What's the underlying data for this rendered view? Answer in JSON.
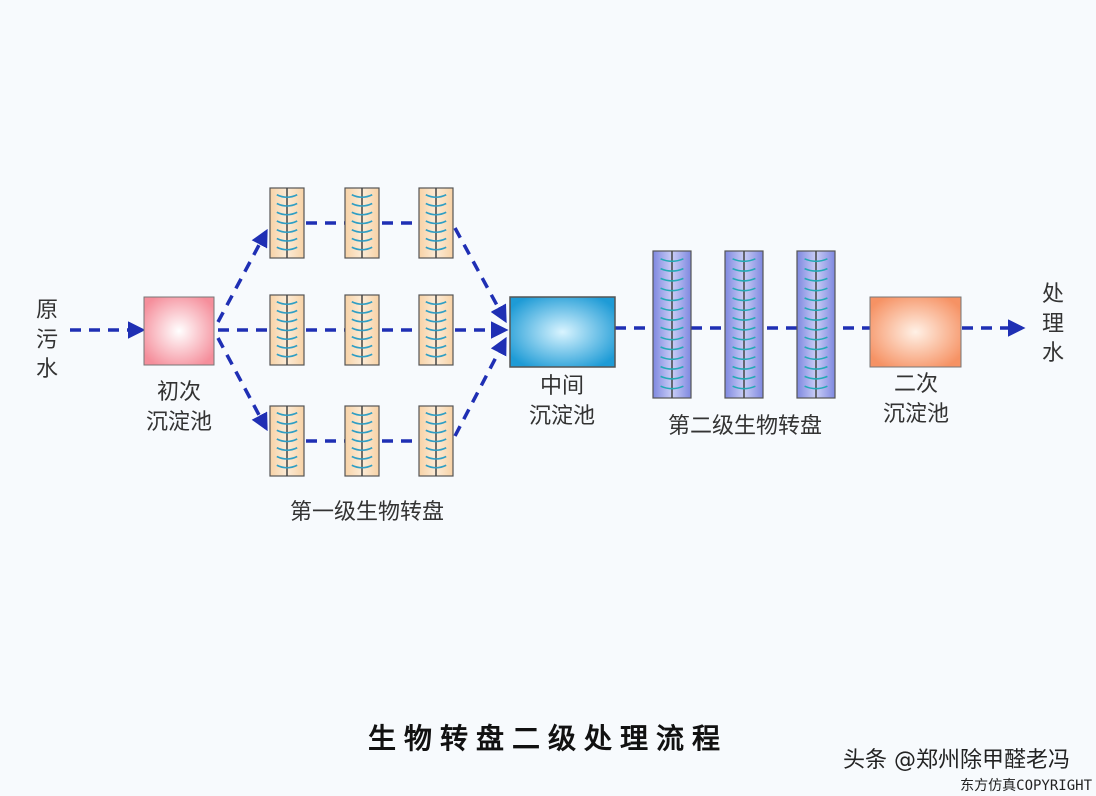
{
  "input_label": "原污水",
  "output_label": "处理水",
  "primary_clarifier": {
    "line1": "初次",
    "line2": "沉淀池"
  },
  "intermediate_clarifier": {
    "line1": "中间",
    "line2": "沉淀池"
  },
  "secondary_clarifier": {
    "line1": "二次",
    "line2": "沉淀池"
  },
  "stage1_label": "第一级生物转盘",
  "stage2_label": "第二级生物转盘",
  "caption": "生物转盘二级处理流程",
  "watermark": "头条 @郑州除甲醛老冯",
  "copyright": "东方仿真COPYRIGHT",
  "colors": {
    "flow_arrow": "#1f2fb4",
    "primary_clarifier": "#f7a0a8",
    "intermediate_clarifier": "#2aa4dc",
    "secondary_clarifier": "#f7a070",
    "stage1_disc": "#f9ddb8",
    "stage2_disc": "#8e96e6"
  }
}
